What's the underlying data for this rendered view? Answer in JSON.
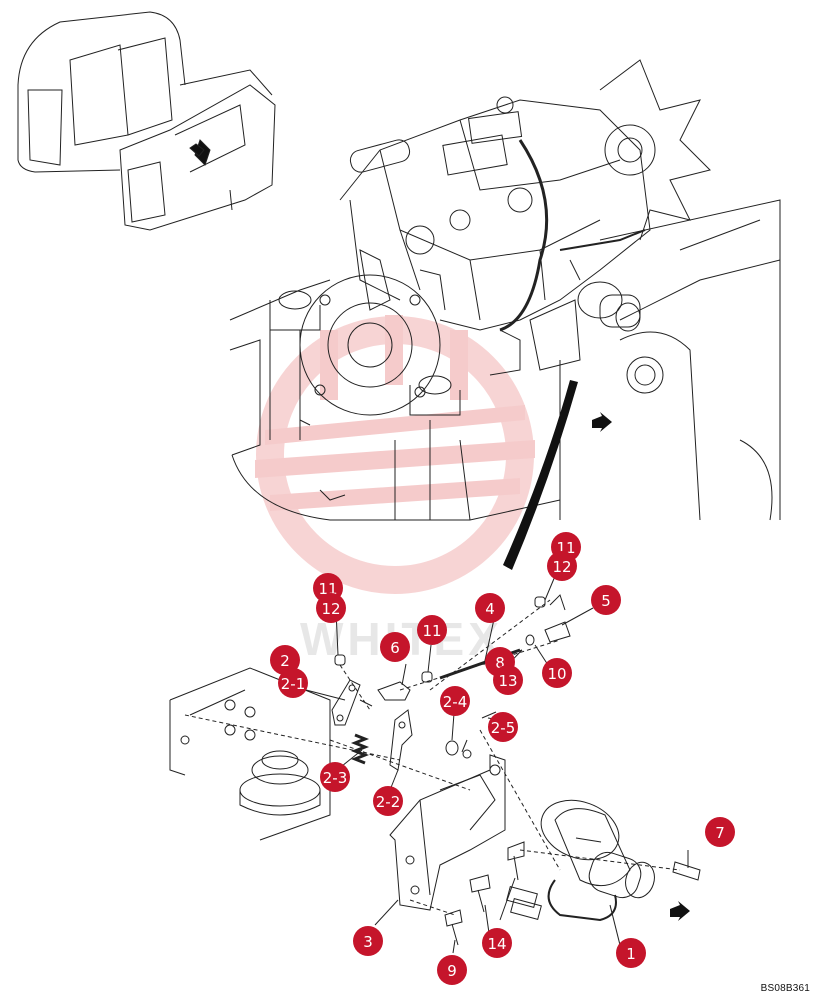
{
  "figure": {
    "code": "BS08B361",
    "watermark_text": "WHITEX",
    "callout_color": "#c5152b",
    "watermark_color": "#f5c6c6"
  },
  "callouts": [
    {
      "label": "11"
    },
    {
      "label": "12"
    },
    {
      "label": "5"
    },
    {
      "label": "10"
    },
    {
      "label": "11"
    },
    {
      "label": "12"
    },
    {
      "label": "6"
    },
    {
      "label": "11"
    },
    {
      "label": "4"
    },
    {
      "label": "8"
    },
    {
      "label": "13"
    },
    {
      "label": "2"
    },
    {
      "label": "2-1"
    },
    {
      "label": "2-4"
    },
    {
      "label": "2-5"
    },
    {
      "label": "2-3"
    },
    {
      "label": "2-2"
    },
    {
      "label": "7"
    },
    {
      "label": "3"
    },
    {
      "label": "14"
    },
    {
      "label": "9"
    },
    {
      "label": "1"
    }
  ]
}
